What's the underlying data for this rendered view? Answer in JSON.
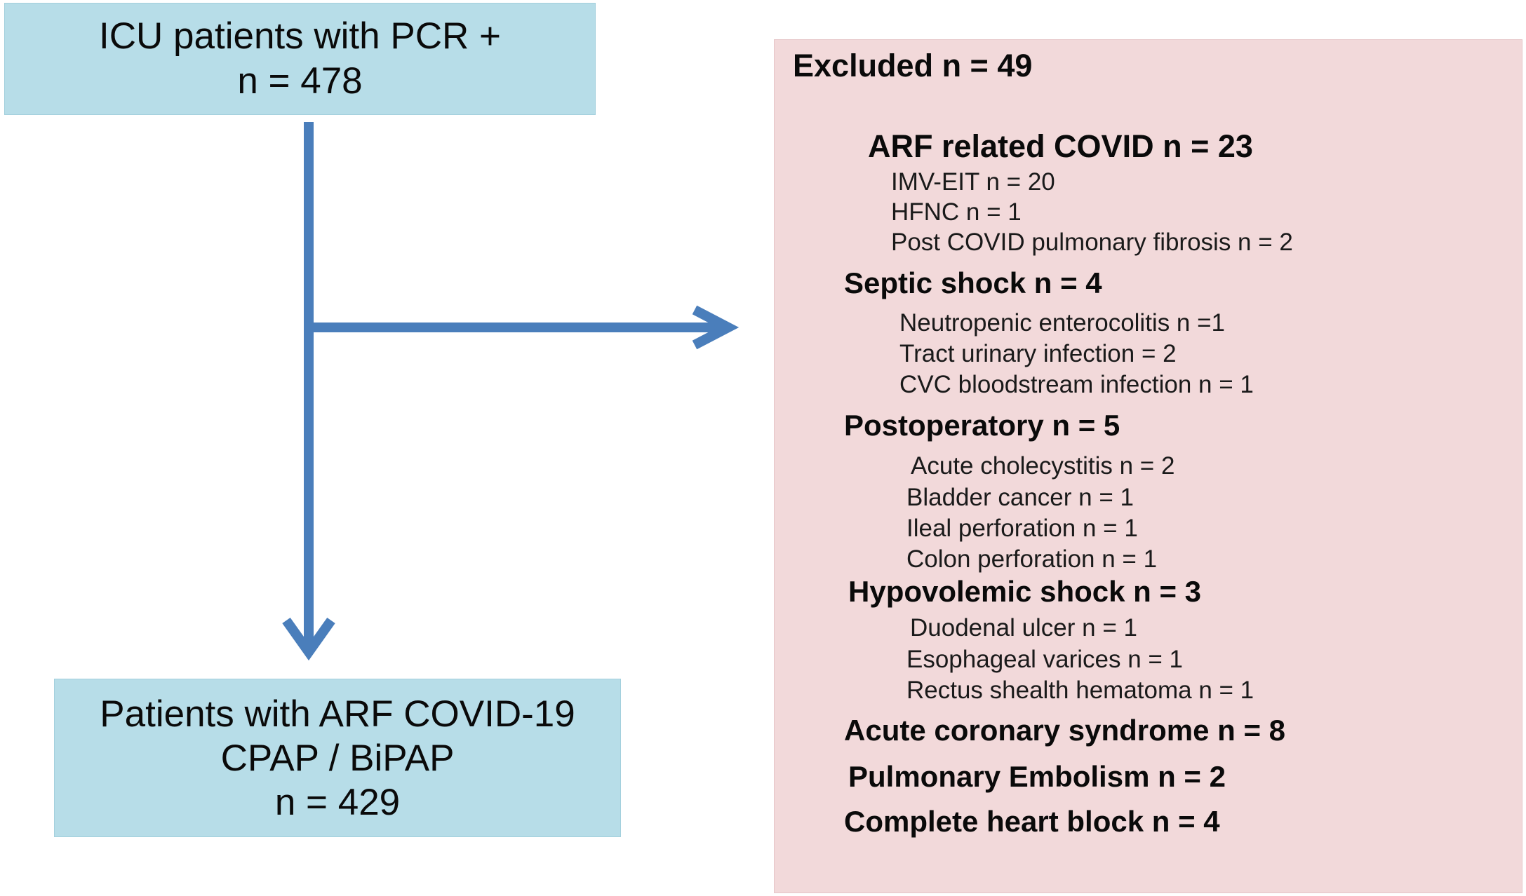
{
  "top_box": {
    "line1": "ICU patients with PCR +",
    "line2": "n = 478"
  },
  "bottom_box": {
    "line1": "Patients with ARF COVID-19",
    "line2": "CPAP / BiPAP",
    "line3": "n = 429"
  },
  "excluded": {
    "title": "Excluded n = 49",
    "groups": [
      {
        "title": "ARF related COVID  n = 23",
        "items": [
          "IMV-EIT  n = 20",
          "HFNC n = 1",
          "Post COVID pulmonary fibrosis  n = 2"
        ]
      },
      {
        "title": "Septic shock  n = 4",
        "items": [
          "Neutropenic enterocolitis n =1",
          "Tract   urinary infection = 2",
          "CVC bloodstream infection n = 1"
        ]
      },
      {
        "title": "Postoperatory n = 5",
        "items": [
          "Acute cholecystitis n = 2",
          "Bladder cancer n = 1",
          "Ileal perforation  n = 1",
          "Colon perforation n = 1"
        ]
      },
      {
        "title": "Hypovolemic shock  n = 3",
        "items": [
          "Duodenal ulcer n = 1",
          "Esophageal varices n = 1",
          "Rectus shealth hematoma n = 1"
        ]
      },
      {
        "title": "Acute coronary syndrome  n = 8",
        "items": []
      },
      {
        "title": "Pulmonary Embolism n = 2",
        "items": []
      },
      {
        "title": "Complete heart block n = 4",
        "items": []
      }
    ]
  },
  "colors": {
    "blue_box": "#b7dde8",
    "pink_box": "#f2d9da",
    "arrow": "#4a7ebb"
  }
}
